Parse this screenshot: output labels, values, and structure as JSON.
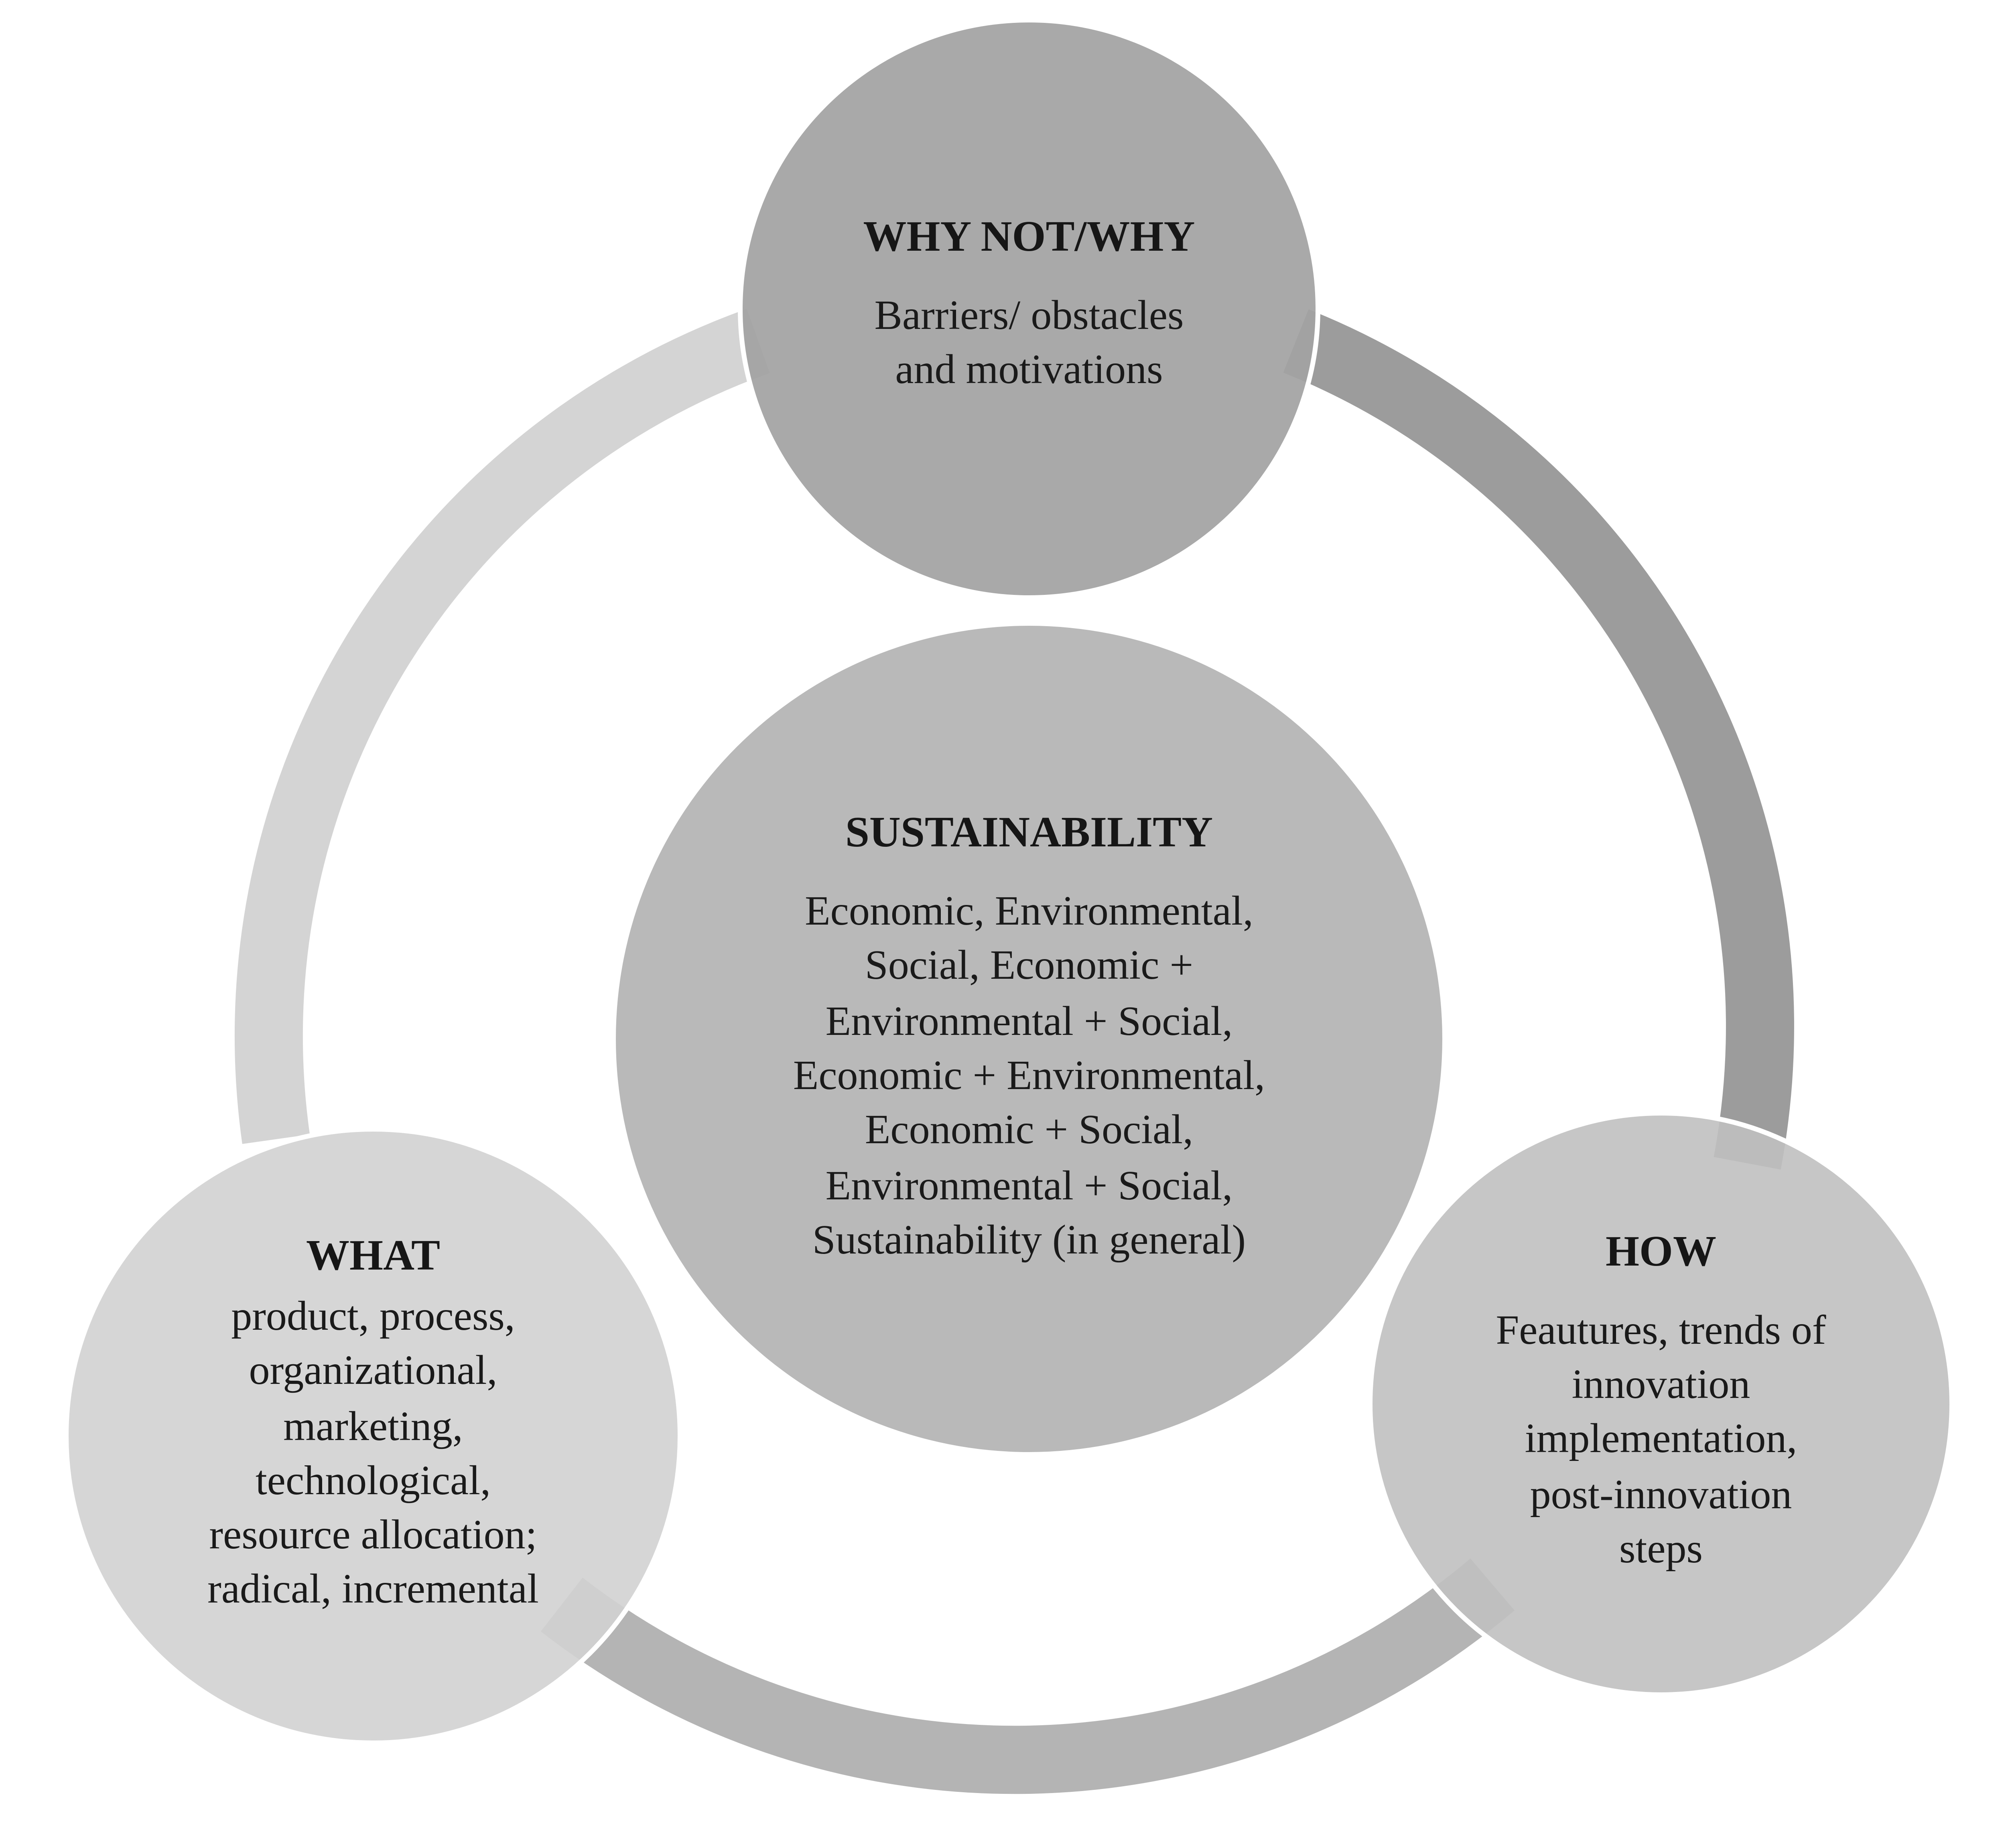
{
  "diagram": {
    "center": {
      "title": "SUSTAINABILITY",
      "lines": [
        "Economic, Environmental,",
        "Social, Economic +",
        "Environmental + Social,",
        "Economic + Environmental,",
        "Economic + Social,",
        "Environmental + Social,",
        "Sustainability (in general)"
      ]
    },
    "top": {
      "title": "WHY NOT/WHY",
      "lines": [
        "Barriers/ obstacles",
        "and motivations"
      ]
    },
    "left": {
      "title": "WHAT",
      "lines": [
        "product, process,",
        "organizational,",
        "marketing,",
        "technological,",
        "resource allocation;",
        "radical, incremental"
      ]
    },
    "right": {
      "title": "HOW",
      "lines": [
        "Feautures, trends of",
        "innovation",
        "implementation,",
        "post-innovation",
        "steps"
      ]
    },
    "colors": {
      "ring_left_arc": "#d4d4d4",
      "ring_right_arc": "#9c9c9c",
      "ring_bottom_arc": "#b4b4b4",
      "center_circle": "#b9b9b9",
      "top_circle": "#a3a3a3",
      "left_circle": "#d2d2d2",
      "right_circle": "#c0c0c0"
    }
  }
}
